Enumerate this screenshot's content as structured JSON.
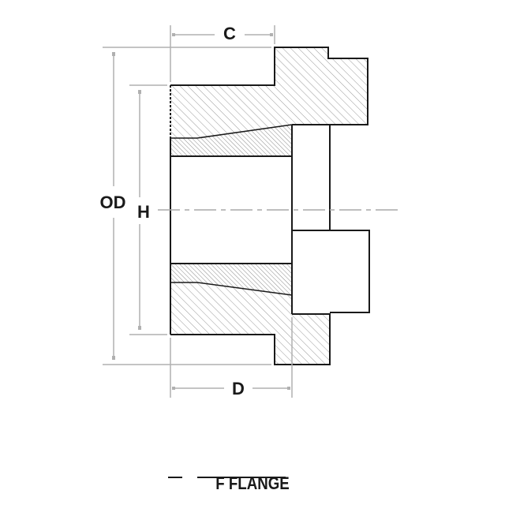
{
  "diagram": {
    "labels": {
      "c": "C",
      "od": "OD",
      "h": "H",
      "d": "D"
    },
    "caption": "F FLANGE",
    "colors": {
      "outline": "#1a1a1a",
      "hatch": "#9a9a9a",
      "dimension": "#b0b0b0",
      "centerline": "#a8a8a8"
    }
  }
}
